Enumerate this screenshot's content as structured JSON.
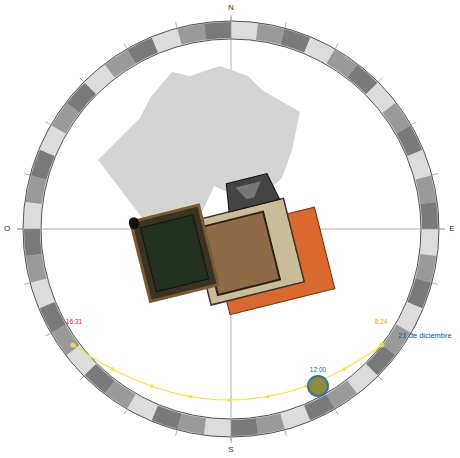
{
  "diagram": {
    "labels": [
      "N",
      "O",
      "E",
      "S",
      "16:31",
      "8:24",
      "21 de diciembre",
      "12:00"
    ]
  }
}
